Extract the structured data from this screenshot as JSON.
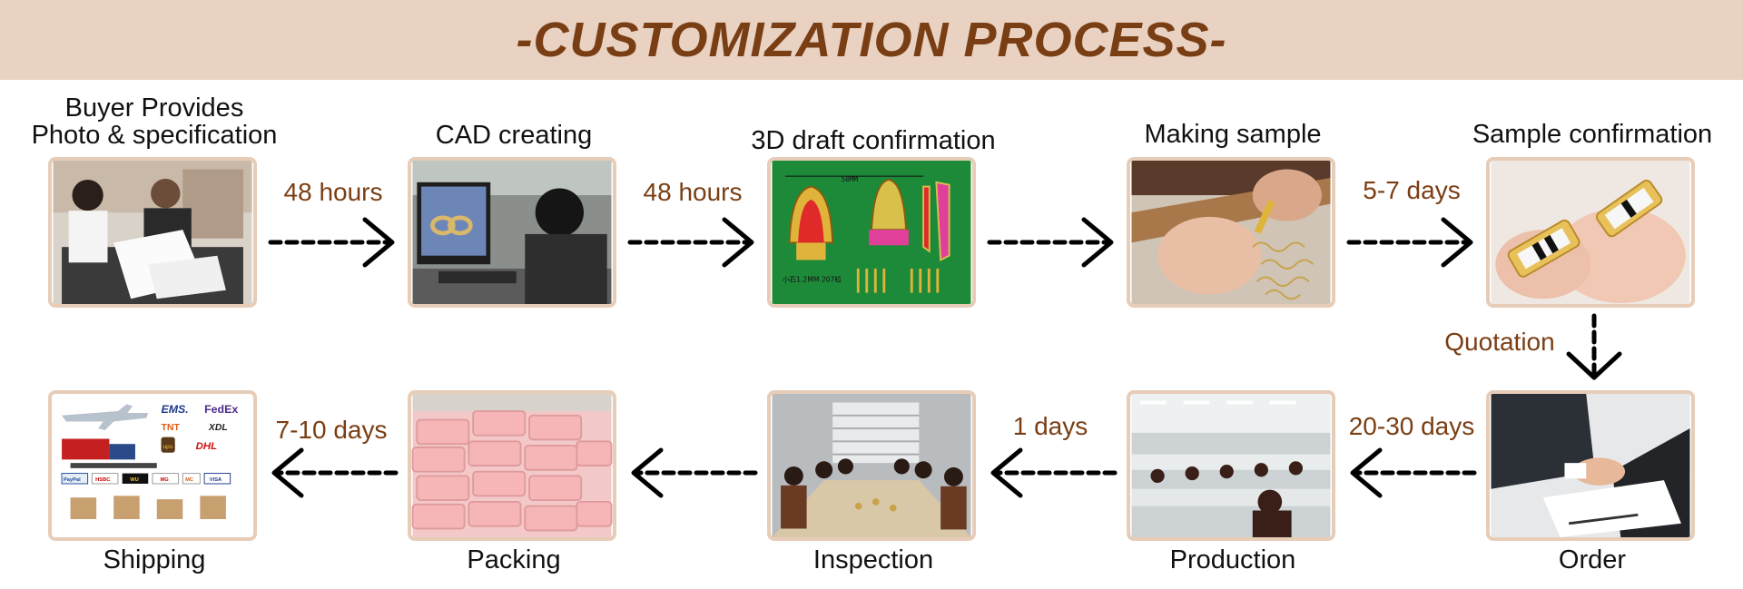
{
  "banner": {
    "title": "-CUSTOMIZATION PROCESS-"
  },
  "colors": {
    "banner_bg": "#e9d2c2",
    "title": "#7a3e14",
    "edge_label": "#7a3e14",
    "arrow": "#000000",
    "frame": "#e7cdb8"
  },
  "steps": [
    {
      "label_line1": "Buyer Provides",
      "label_line2": "Photo & specification",
      "icon": "meeting-photo"
    },
    {
      "label_line1": "CAD creating",
      "icon": "cad-workstation-photo"
    },
    {
      "label_line1": "3D draft confirmation",
      "icon": "3d-draft-render"
    },
    {
      "label_line1": "Making sample",
      "icon": "jewelry-crafting-photo"
    },
    {
      "label_line1": "Sample confirmation",
      "icon": "finished-rings-photo"
    },
    {
      "label_line1": "Order",
      "icon": "handshake-photo"
    },
    {
      "label_line1": "Production",
      "icon": "factory-floor-photo"
    },
    {
      "label_line1": "Inspection",
      "icon": "inspection-table-photo"
    },
    {
      "label_line1": "Packing",
      "icon": "packages-photo"
    },
    {
      "label_line1": "Shipping",
      "icon": "shipping-logos-photo"
    }
  ],
  "edges": [
    {
      "label": "48 hours"
    },
    {
      "label": "48 hours"
    },
    {
      "label": ""
    },
    {
      "label": "5-7 days"
    },
    {
      "label": "Quotation"
    },
    {
      "label": "20-30 days"
    },
    {
      "label": "1 days"
    },
    {
      "label": ""
    },
    {
      "label": "7-10 days"
    }
  ],
  "shipping_logos": {
    "ems": "EMS.",
    "fedex": "FedEx",
    "tnt": "TNT",
    "xdl": "XDL",
    "ups": "ups",
    "dhl": "DHL",
    "paypal": "PayPal",
    "hsbc": "HSBC",
    "western_union": "WU",
    "moneygram": "MG",
    "mastercard": "MC",
    "visa": "VISA"
  },
  "drawing_text": {
    "scale_note": "50MM",
    "caption": "小石1.2MM 207粒"
  }
}
